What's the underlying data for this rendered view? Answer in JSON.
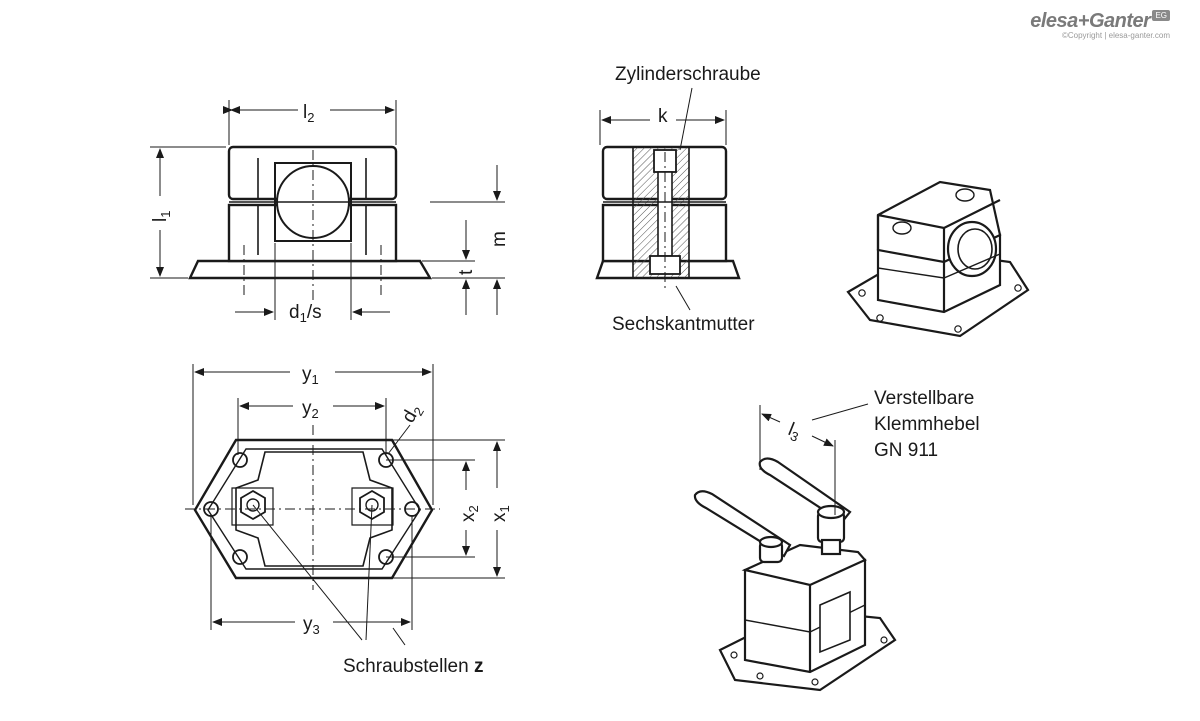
{
  "brand": {
    "name": "elesa+Ganter",
    "badge": "EG",
    "copyright": "©Copyright | elesa-ganter.com"
  },
  "labels": {
    "l2": "l",
    "l2_sub": "2",
    "l1": "l",
    "l1_sub": "1",
    "m": "m",
    "t": "t",
    "d1": "d",
    "d1_sub": "1",
    "d1_suffix": "/s",
    "k": "k",
    "zylinderschraube": "Zylinderschraube",
    "sechskantmutter": "Sechskantmutter",
    "y1": "y",
    "y1_sub": "1",
    "y2": "y",
    "y2_sub": "2",
    "y3": "y",
    "y3_sub": "3",
    "d2": "d",
    "d2_sub": "2",
    "x2": "x",
    "x2_sub": "2",
    "x1": "x",
    "x1_sub": "1",
    "schraubstellen": "Schraubstellen ",
    "schraubstellen_bold": "z",
    "l3": "l",
    "l3_sub": "3",
    "verstellbare": "Verstellbare",
    "klemmhebel": "Klemmhebel",
    "gn911": "GN 911"
  }
}
